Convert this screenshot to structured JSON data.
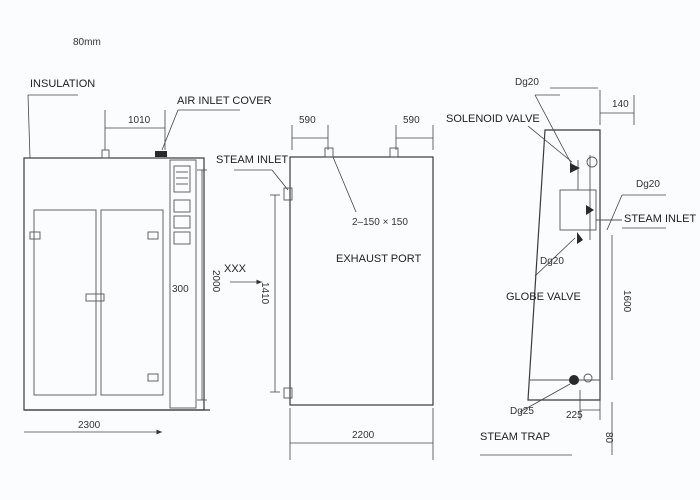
{
  "front_view": {
    "thickness_label": "80mm",
    "insulation_label": "INSULATION",
    "dim_1010": "1010",
    "air_inlet_cover_label": "AIR INLET COVER",
    "dim_2300": "2300",
    "dim_300": "300",
    "dim_2000": "2000",
    "view_marker": "XXX"
  },
  "side_view": {
    "dim_590_left": "590",
    "dim_590_right": "590",
    "steam_inlet_label": "STEAM INLET",
    "port_size_label": "2–150 × 150",
    "exhaust_port_label": "EXHAUST PORT",
    "dim_1410": "1410",
    "dim_2200": "2200"
  },
  "piping_view": {
    "dg20_top": "Dg20",
    "dim_140": "140",
    "solenoid_valve_label": "SOLENOID VALVE",
    "dg20_right": "Dg20",
    "steam_inlet_label": "STEAM INLET",
    "dg20_globe": "Dg20",
    "globe_valve_label": "GLOBE VALVE",
    "dim_1600": "1600",
    "dg25": "Dg25",
    "dim_225": "225",
    "steam_trap_label": "STEAM TRAP",
    "dim_80": "80"
  }
}
